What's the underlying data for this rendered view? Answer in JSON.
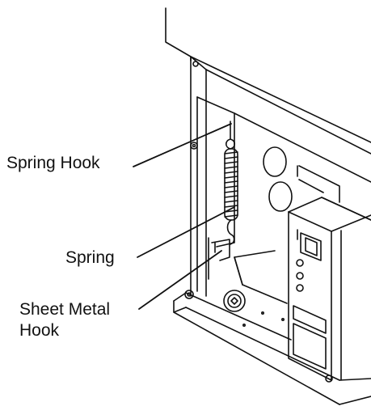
{
  "labels": {
    "spring_hook": "Spring Hook",
    "spring": "Spring",
    "sheet_metal_hook_line1": "Sheet Metal",
    "sheet_metal_hook_line2": "Hook"
  },
  "colors": {
    "line": "#111111",
    "background": "#ffffff"
  }
}
